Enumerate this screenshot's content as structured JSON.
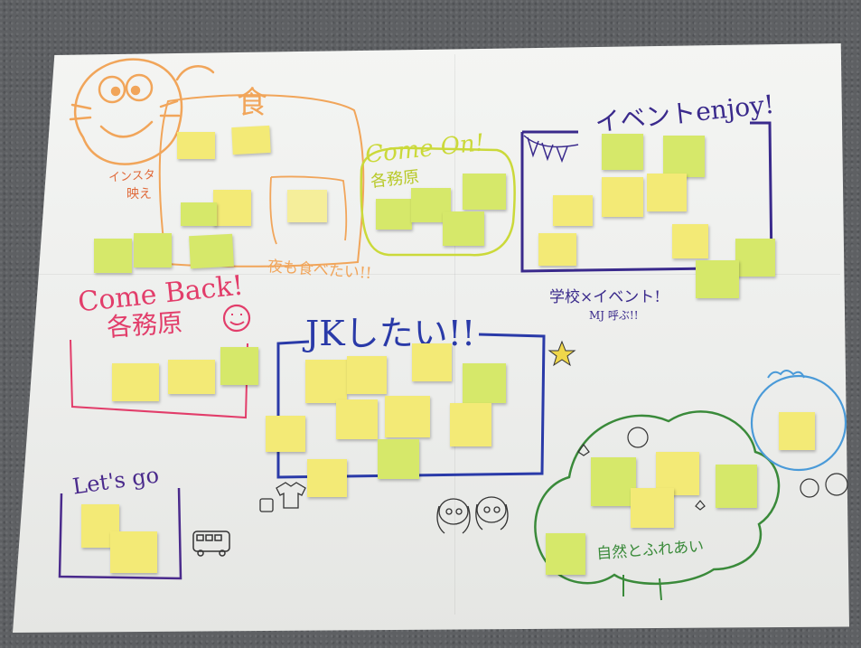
{
  "sections": {
    "food_title": "食",
    "insta_line1": "インスタ",
    "insta_line2": "映え",
    "night_food": "夜も食べたい!!",
    "come_on_line1": "Come On!",
    "come_on_line2": "各務原",
    "event_title": "イベントenjoy!",
    "school_event_line1": "学校×イベント!",
    "school_event_line2": "MJ 呼ぶ!!",
    "come_back_line1": "Come Back!",
    "come_back_line2": "各務原",
    "jk_title": "JKしたい!!",
    "lets_go": "Let's go",
    "nature_title": "自然とふれあい"
  },
  "colors": {
    "food": "#f1a55a",
    "come_on": "#cbd93a",
    "event": "#3a2a8c",
    "come_back": "#e23d6a",
    "jk": "#2a3aa8",
    "lets_go": "#4a2a8c",
    "nature": "#3a8a3a",
    "cloud": "#4a9ad8"
  }
}
